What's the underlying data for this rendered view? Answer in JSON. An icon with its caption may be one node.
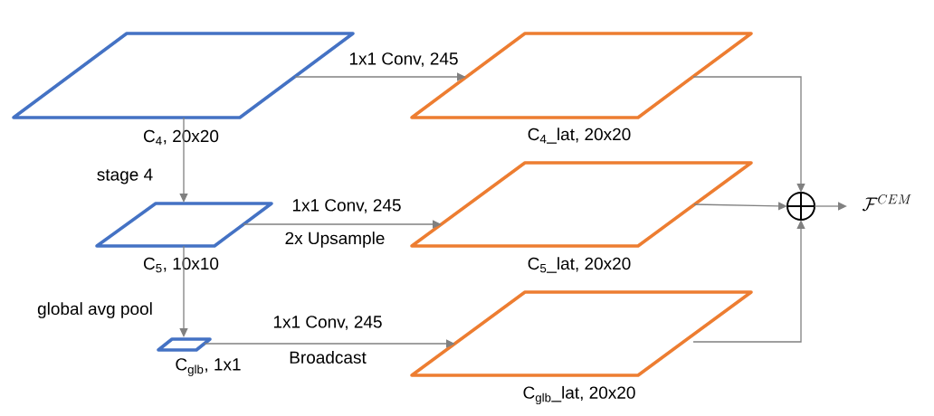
{
  "diagram": {
    "nodes": [
      {
        "text": [
          "C$_{4}$, 20x20"
        ]
      },
      {
        "text": [
          "C$_{4}$_lat, 20x20"
        ]
      },
      {
        "text": [
          "C$_{5}$, 10x10"
        ]
      },
      {
        "text": [
          "C$_{5}$_lat, 20x20"
        ]
      },
      {
        "text": [
          "C$_{glb}$, 1x1"
        ]
      },
      {
        "text": [
          "C$_{glb}$_lat, 20x20"
        ]
      },
      {
        "text": [],
        "shape": "circle"
      },
      {
        "text": [
          "\\mathcal{F}^{CEM}"
        ]
      }
    ],
    "edges": [
      {
        "from": 0,
        "to": 1,
        "arrow": "to",
        "label": "1x1 Conv, 245"
      },
      {
        "from": 0,
        "to": 2,
        "arrow": "to",
        "label": "stage 4"
      },
      {
        "from": 2,
        "to": 3,
        "arrow": "to",
        "label": "1x1 Conv, 245"
      },
      {
        "from": 2,
        "to": 4,
        "arrow": "to",
        "label": "global avg pool"
      },
      {
        "from": 4,
        "to": 5,
        "arrow": "to",
        "label": "1x1 Conv, 245"
      },
      {
        "from": 1,
        "to": 6,
        "arrow": "to"
      },
      {
        "from": 3,
        "to": 6,
        "arrow": "to"
      },
      {
        "from": 5,
        "to": 6,
        "arrow": "to"
      },
      {
        "from": 6,
        "to": 7,
        "arrow": "to"
      }
    ],
    "labels": [
      "2x Upsample",
      "Broadcast"
    ]
  }
}
